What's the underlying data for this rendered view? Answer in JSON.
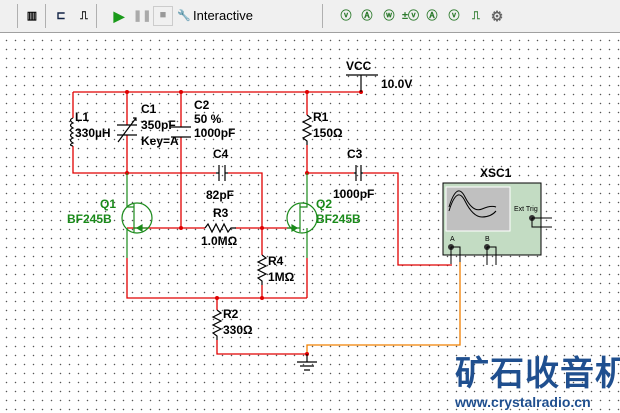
{
  "toolbar": {
    "mode_label": "Interactive",
    "icons": [
      "run-icon",
      "pause-icon",
      "stop-icon",
      "wrench-icon",
      "voltmeter-probe-icon",
      "ammeter-probe-icon",
      "wattmeter-probe-icon",
      "differential-voltage-probe-icon",
      "current-probe-icon",
      "reference-probe-icon",
      "digital-probe-icon",
      "settings-icon"
    ]
  },
  "schematic": {
    "vcc": {
      "label": "VCC",
      "value": "10.0V"
    },
    "L1": {
      "ref": "L1",
      "value": "330µH"
    },
    "C1": {
      "ref": "C1",
      "value": "350pF",
      "key": "Key=A"
    },
    "C2": {
      "ref": "C2",
      "percent": "50 %",
      "value": "1000pF"
    },
    "C3": {
      "ref": "C3",
      "value": "1000pF"
    },
    "C4": {
      "ref": "C4",
      "value": "82pF"
    },
    "R1": {
      "ref": "R1",
      "value": "150Ω"
    },
    "R2": {
      "ref": "R2",
      "value": "330Ω"
    },
    "R3": {
      "ref": "R3",
      "value": "1.0MΩ"
    },
    "R4": {
      "ref": "R4",
      "value": "1MΩ"
    },
    "Q1": {
      "ref": "Q1",
      "model": "BF245B"
    },
    "Q2": {
      "ref": "Q2",
      "model": "BF245B"
    },
    "scope": {
      "ref": "XSC1",
      "ext_trig": "Ext Trig",
      "ch_a": "A",
      "ch_b": "B"
    },
    "colors": {
      "wire": "#e00000",
      "transistor": "#1a8a1a",
      "probe_wire": "#f08000"
    }
  },
  "watermark": {
    "title": "矿石收音机",
    "url": "www.crystalradio.cn"
  }
}
